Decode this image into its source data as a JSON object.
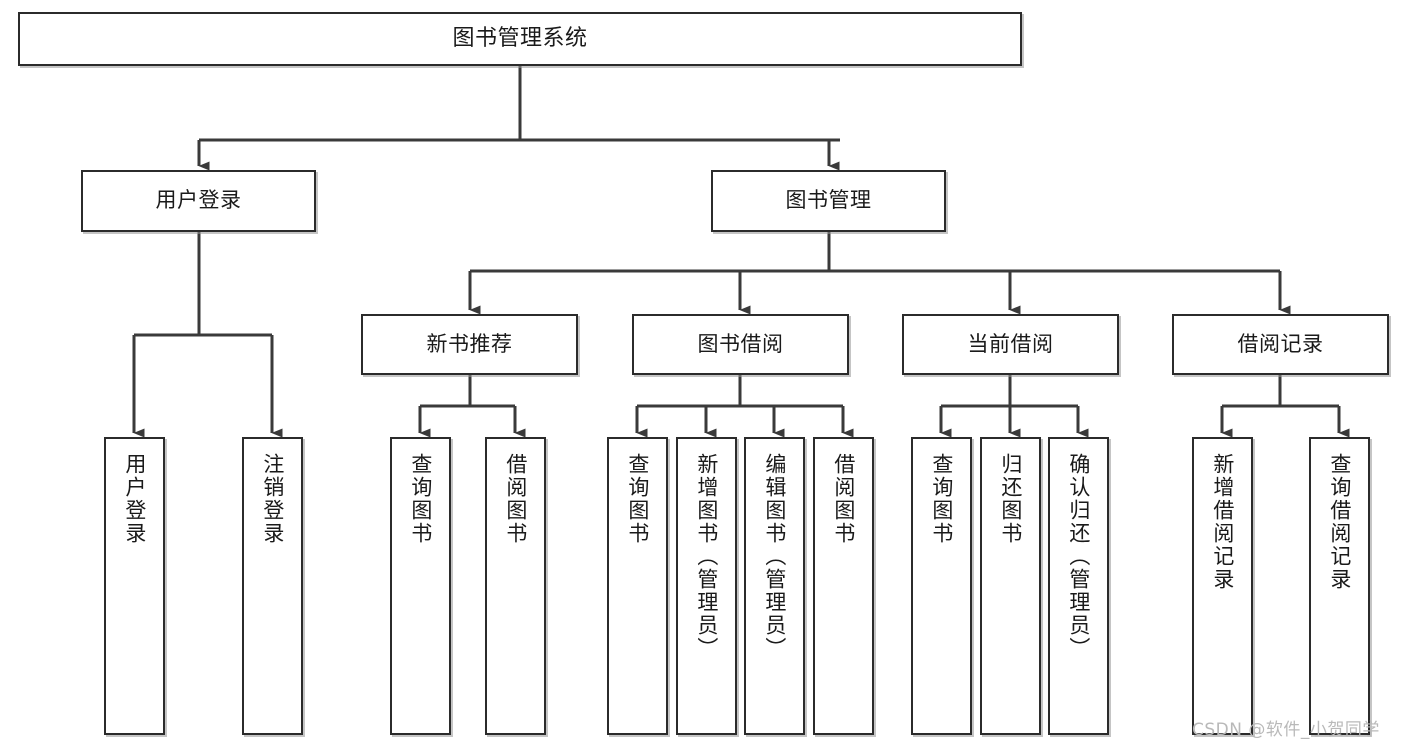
{
  "diagram": {
    "type": "tree",
    "title": "图书管理系统",
    "watermark": "CSDN @软件_小贺同学",
    "colors": {
      "box_stroke": "#2b2b2b",
      "box_fill": "#ffffff",
      "connector": "#3a3a3a",
      "watermark": "#b9b9b9"
    },
    "levels": {
      "level1": [
        {
          "id": "root",
          "label": "图书管理系统"
        }
      ],
      "level2": [
        {
          "id": "user-login",
          "label": "用户登录"
        },
        {
          "id": "book-manage",
          "label": "图书管理"
        }
      ],
      "level3": [
        {
          "id": "new-book-rec",
          "label": "新书推荐"
        },
        {
          "id": "book-borrow",
          "label": "图书借阅"
        },
        {
          "id": "current-borrow",
          "label": "当前借阅"
        },
        {
          "id": "borrow-record",
          "label": "借阅记录"
        }
      ],
      "level4": [
        {
          "id": "leaf-user-login",
          "label": "用户登录",
          "parent": "user-login"
        },
        {
          "id": "leaf-logout",
          "label": "注销登录",
          "parent": "user-login"
        },
        {
          "id": "leaf-query-book-1",
          "label": "查询图书",
          "parent": "new-book-rec"
        },
        {
          "id": "leaf-borrow-book-1",
          "label": "借阅图书",
          "parent": "new-book-rec"
        },
        {
          "id": "leaf-query-book-2",
          "label": "查询图书",
          "parent": "book-borrow"
        },
        {
          "id": "leaf-add-book",
          "label": "新增图书（管理员）",
          "parent": "book-borrow"
        },
        {
          "id": "leaf-edit-book",
          "label": "编辑图书（管理员）",
          "parent": "book-borrow"
        },
        {
          "id": "leaf-borrow-book-2",
          "label": "借阅图书",
          "parent": "book-borrow"
        },
        {
          "id": "leaf-query-book-3",
          "label": "查询图书",
          "parent": "current-borrow"
        },
        {
          "id": "leaf-return-book",
          "label": "归还图书",
          "parent": "current-borrow"
        },
        {
          "id": "leaf-confirm-return",
          "label": "确认归还（管理员）",
          "parent": "current-borrow"
        },
        {
          "id": "leaf-add-record",
          "label": "新增借阅记录",
          "parent": "borrow-record"
        },
        {
          "id": "leaf-query-record",
          "label": "查询借阅记录",
          "parent": "borrow-record"
        }
      ]
    }
  }
}
